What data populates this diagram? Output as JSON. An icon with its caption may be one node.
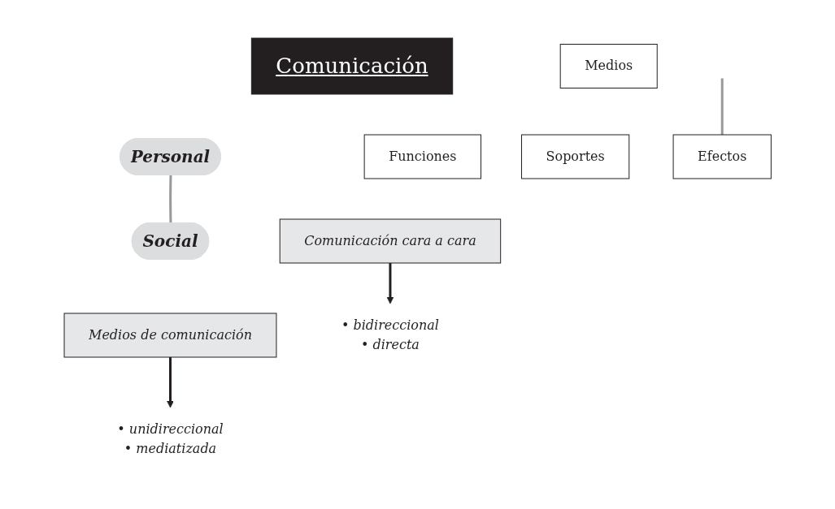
{
  "diagram": {
    "nodes": [
      {
        "text": [
          "Comunicación"
        ]
      },
      {
        "text": [
          "Personal"
        ]
      },
      {
        "text": [
          "Social"
        ]
      },
      {
        "text": [
          "Comunicación cara a cara"
        ]
      },
      {
        "text": [
          "Medios de comunicación"
        ]
      },
      {
        "text": [
          "Funciones"
        ]
      },
      {
        "text": [
          "Medios"
        ]
      },
      {
        "text": [
          "Soportes"
        ]
      },
      {
        "text": [
          "Efectos"
        ]
      },
      {
        "text": [
          "• bidireccional",
          "• directa"
        ]
      },
      {
        "text": [
          "• unidireccional",
          "• mediatizada"
        ]
      }
    ],
    "edges": [
      {
        "from": 1,
        "to": 2,
        "arrow": "none",
        "color": "#999999"
      },
      {
        "from": null,
        "to": 8,
        "arrow": "none",
        "color": "#999999"
      },
      {
        "from": 3,
        "to": 9,
        "arrow": "to",
        "color": "#231f20"
      },
      {
        "from": 4,
        "to": 10,
        "arrow": "to",
        "color": "#231f20"
      }
    ]
  }
}
